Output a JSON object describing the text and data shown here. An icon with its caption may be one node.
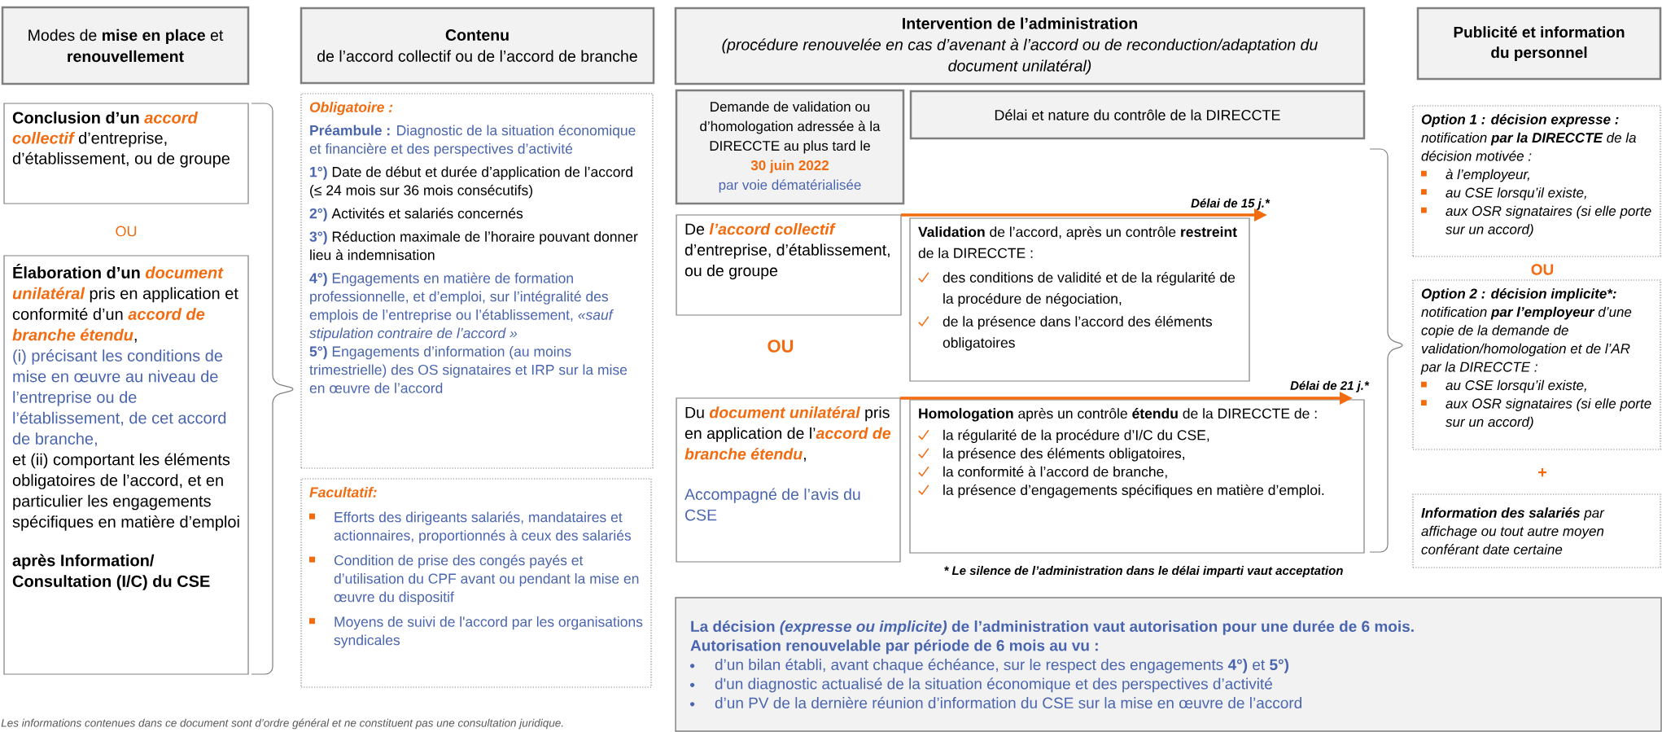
{
  "diagram": {
    "nodes": [
      {
        "text": [
          "Modes de **mise en place** et **renouvellement**"
        ]
      },
      {
        "text": [
          "**Conclusion d’un** *accord collectif* d’entreprise, d’établissement, ou de groupe"
        ]
      },
      {
        "text": [
          "**Élaboration d’un** *document unilatéral* pris en application et conformité d’un *accord de branche étendu*,",
          "(i) précisant les conditions de mise en œuvre au niveau de l’entreprise ou de l’établissement, de cet accord de branche,",
          "et (ii) comportant les éléments obligatoires de l’accord, et en particulier les engagements spécifiques en matière d’emploi",
          "après Information/ Consultation (I/C) du CSE"
        ]
      },
      {
        "text": [
          "Contenu",
          "de l’accord collectif ou de l’accord de branche"
        ]
      },
      {
        "text": [
          "Obligatoire :",
          "**Préambule :** Diagnostic de la situation économique et financière et des perspectives d’activité",
          "**1°)** Date de début et durée d’application de l’accord (≤ 24 mois sur 36 mois consécutifs)",
          "**2°)** Activités et salariés concernés",
          "**3°)** Réduction maximale de l’horaire pouvant donner lieu à indemnisation",
          "**4°)** Engagements en matière de formation professionnelle, et d’emploi, sur l’intégralité des emplois de l’entreprise ou l’établissement, *«sauf stipulation contraire de l’accord »*",
          "**5°)** Engagements d’information (au moins trimestrielle) des OS signataires et IRP sur la mise en œuvre de l’accord"
        ]
      },
      {
        "text": [
          "Facultatif:",
          "Efforts des dirigeants salariés, mandataires et actionnaires, proportionnés à ceux des salariés",
          "Condition de prise des congés payés et d’utilisation du CPF avant ou pendant la mise en œuvre du dispositif",
          "Moyens de suivi de l'accord par les organisations syndicales"
        ]
      },
      {
        "text": [
          "Intervention de l’administration",
          "(procédure renouvelée en cas d’avenant à l’accord ou de reconduction/adaptation du document unilatéral)"
        ]
      },
      {
        "text": [
          "Demande de validation ou d’homologation adressée à la DIRECCTE au plus tard le",
          "30 juin 2022",
          "par voie dématérialisée"
        ]
      },
      {
        "text": [
          "Délai et nature du contrôle de la DIRECCTE"
        ]
      },
      {
        "text": [
          "De *l’accord collectif* d’entreprise, d’établissement, ou de groupe"
        ]
      },
      {
        "text": [
          "**Validation** de l’accord, après un contrôle **restreint** de la DIRECCTE :",
          "des conditions de validité et de la régularité de la procédure de négociation,",
          "de la présence dans l’accord des éléments obligatoires"
        ]
      },
      {
        "text": [
          "Du *document unilatéral* pris en application de l’*accord de branche étendu*,",
          "Accompagné de l’avis du CSE"
        ]
      },
      {
        "text": [
          "**Homologation** après un contrôle **étendu** de la DIRECCTE de :",
          "la régularité de la procédure d’I/C du CSE,",
          "la présence des éléments obligatoires,",
          "la conformité à l’accord de branche,",
          "la présence d’engagements spécifiques en matière d’emploi."
        ]
      },
      {
        "text": [
          "Publicité et information du personnel"
        ]
      },
      {
        "text": [
          "Option 1 : décision expresse :",
          "notification **par la DIRECCTE** de la décision motivée :",
          "à l’employeur,",
          "au CSE lorsqu’il existe,",
          "aux OSR signataires (si elle porte sur un accord)"
        ]
      },
      {
        "text": [
          "Option 2 : décision implicite*:",
          "notification **par l’employeur** d’une copie de la demande de validation/homologation et de l’AR par la DIRECCTE :",
          "au CSE lorsqu’il existe,",
          "aux OSR signataires (si elle porte sur un accord)"
        ]
      },
      {
        "text": [
          "**Information des salariés** par affichage ou tout autre moyen conférant date certaine"
        ]
      },
      {
        "text": [
          "La décision *(expresse ou implicite)* de l’administration vaut autorisation pour une durée de 6 mois.",
          "Autorisation renouvelable par période de 6 mois au vu :",
          "d’un bilan établi, avant chaque échéance, sur le respect des engagements **4°)** et **5°)**",
          "d'un diagnostic actualisé de la situation économique et des perspectives d’activité",
          "d’un PV de la dernière réunion d’information du CSE sur la mise en œuvre de l’accord"
        ]
      }
    ],
    "edges": [
      {
        "from": 9,
        "to": 10,
        "arrow": "to",
        "label": "Délai de 15 j.*"
      },
      {
        "from": 11,
        "to": 12,
        "arrow": "to",
        "label": "Délai de 21 j.*"
      }
    ],
    "labels": [
      "OU",
      "OU",
      "OU",
      "+",
      "* Le silence de l’administration dans le délai imparti vaut acceptation",
      "Les informations contenues dans ce document sont d’ordre général et ne constituent pas une consultation juridique."
    ]
  }
}
